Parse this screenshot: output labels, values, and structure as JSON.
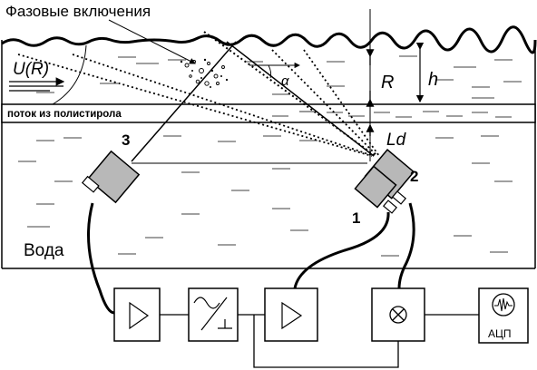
{
  "labels": {
    "phase_inclusions": "Фазовые включения",
    "velocity": "U(R)",
    "alpha": "α",
    "R": "R",
    "h": "h",
    "Ld": "Ld",
    "polystyrene_flow": "поток из полистирола",
    "water": "Вода",
    "sensor_1": "1",
    "sensor_2": "2",
    "sensor_3": "3",
    "adc": "АЦП"
  },
  "blocks": [
    {
      "id": "amplifier-1",
      "symbol": "amplifier-triangle"
    },
    {
      "id": "filter",
      "symbol": "filter-sine-icon"
    },
    {
      "id": "amplifier-2",
      "symbol": "amplifier-triangle"
    },
    {
      "id": "mixer",
      "symbol": "multiplier-circle-x"
    },
    {
      "id": "adc",
      "symbol": "oscilloscope-icon"
    }
  ],
  "colors": {
    "ink": "#000000",
    "background": "#ffffff"
  }
}
